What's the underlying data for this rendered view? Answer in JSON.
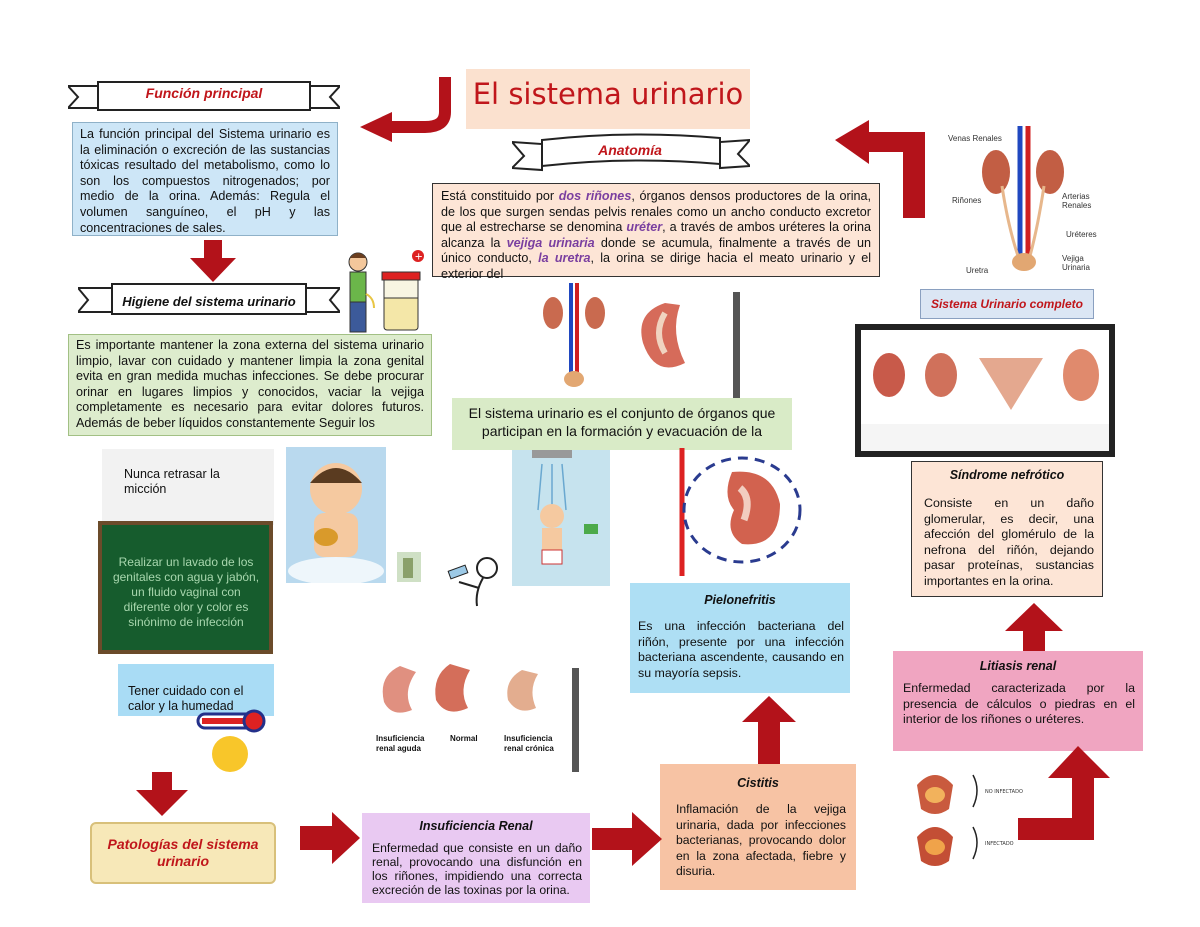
{
  "title": "El sistema urinario",
  "funcion": {
    "heading": "Función principal",
    "text": "La función principal del Sistema urinario es la eliminación o excreción de las sustancias tóxicas resultado del metabolismo, como lo son los compuestos nitrogenados; por medio de la orina. Además: Regula el volumen sanguíneo, el pH y las concentraciones de sales."
  },
  "anatomia": {
    "heading": "Anatomía",
    "p1": "Está constituido por ",
    "k1": "dos riñones",
    "p2": ", órganos densos productores de la orina, de los que surgen sendas pelvis renales como un ancho conducto excretor que al estrecharse se denomina ",
    "k2": "uréter",
    "p3": ", a través de ambos uréteres la orina alcanza la ",
    "k3": "vejiga urinaria",
    "p4": " donde se acumula, finalmente a través de un único conducto, ",
    "k4": "la uretra",
    "p5": ", la orina se dirige hacia el meato urinario y el exterior del"
  },
  "higiene": {
    "heading": "Higiene del sistema urinario",
    "text": "Es importante mantener la zona externa del sistema urinario limpio, lavar con cuidado y mantener limpia la zona genital evita en gran medida muchas infecciones. Se debe procurar orinar en lugares limpios y conocidos, vaciar la vejiga completamente es necesario para evitar dolores futuros. Además de beber líquidos constantemente Seguir los"
  },
  "definicion": "El sistema urinario es el conjunto de órganos que participan en la formación y evacuación de la",
  "tips": {
    "retrasar": "Nunca retrasar la micción",
    "lavado": "Realizar un lavado de los genitales con agua y jabón, un fluido vaginal con diferente olor y color es sinónimo de infección",
    "calor": "Tener cuidado con el calor y la humedad"
  },
  "completo_caption": "Sistema Urinario completo",
  "patologias": "Patologías del sistema urinario",
  "insuficiencia": {
    "heading": "Insuficiencia Renal",
    "text": "Enfermedad que consiste en un daño renal, provocando una disfunción en los riñones, impidiendo una correcta excreción de las toxinas por la orina."
  },
  "cistitis": {
    "heading": "Cistitis",
    "text": "Inflamación de la vejiga urinaria, dada por infecciones bacterianas, provocando dolor en la zona afectada, fiebre y disuria."
  },
  "pielonefritis": {
    "heading": "Pielonefritis",
    "text": "Es una infección bacteriana del riñón, presente por una infección bacteriana ascendente, causando en su mayoría sepsis."
  },
  "litiasis": {
    "heading": "Litiasis renal",
    "text": "Enfermedad caracterizada por la presencia de cálculos o piedras en el interior de los riñones o uréteres."
  },
  "sindrome": {
    "heading": "Síndrome nefrótico",
    "text": "Consiste en un daño glomerular, es decir, una afección del glomérulo de la nefrona del riñón, dejando pasar proteínas, sustancias importantes en la orina."
  },
  "kidney_labels": {
    "aguda": "Insuficiencia renal aguda",
    "normal": "Normal",
    "cronica": "Insuficiencia renal crónica"
  },
  "diagram_labels": {
    "venas": "Venas Renales",
    "rinones": "Riñones",
    "arterias": "Arterias Renales",
    "ureteres": "Uréteres",
    "uretra": "Uretra",
    "vejiga": "Vejiga Urinaria"
  },
  "colors": {
    "red": "#c0161b",
    "arrow": "#b3121a",
    "purple": "#7a3fa0"
  }
}
